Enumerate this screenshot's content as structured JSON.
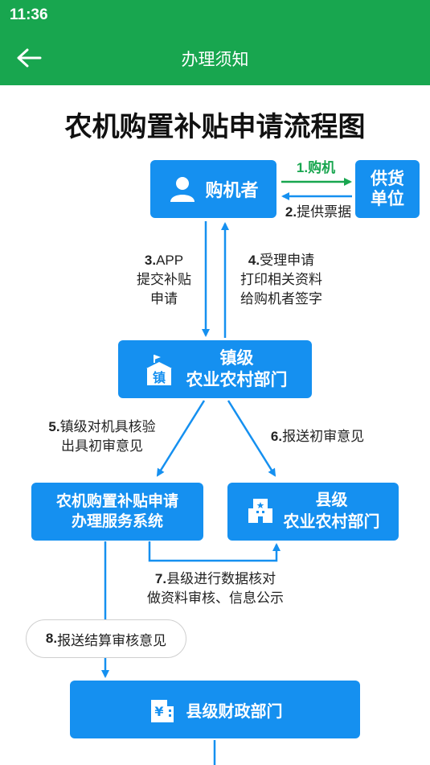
{
  "status": {
    "time": "11:36"
  },
  "appbar": {
    "title": "办理须知"
  },
  "diagram": {
    "title": "农机购置补贴申请流程图",
    "nodes": {
      "buyer": "购机者",
      "supplier_line1": "供货",
      "supplier_line2": "单位",
      "town_line1": "镇级",
      "town_line2": "农业农村部门",
      "town_icon_char": "镇",
      "system_line1": "农机购置补贴申请",
      "system_line2": "办理服务系统",
      "county_line1": "县级",
      "county_line2": "农业农村部门",
      "finance": "县级财政部门",
      "finance_icon_char": "¥"
    },
    "steps": {
      "s1": "1.购机",
      "s2_num": "2.",
      "s2_text": "提供票据",
      "s3_num": "3.",
      "s3_line1": "APP",
      "s3_line2": "提交补贴",
      "s3_line3": "申请",
      "s4_num": "4.",
      "s4_line1": "受理申请",
      "s4_line2": "打印相关资料",
      "s4_line3": "给购机者签字",
      "s5_num": "5.",
      "s5_line1": "镇级对机具核验",
      "s5_line2": "出具初审意见",
      "s6_num": "6.",
      "s6_text": "报送初审意见",
      "s7_num": "7.",
      "s7_line1": "县级进行数据核对",
      "s7_line2": "做资料审核、信息公示",
      "s8_num": "8.",
      "s8_text": "报送结算审核意见"
    },
    "colors": {
      "primary": "#1590f0",
      "green": "#18a64f"
    }
  }
}
